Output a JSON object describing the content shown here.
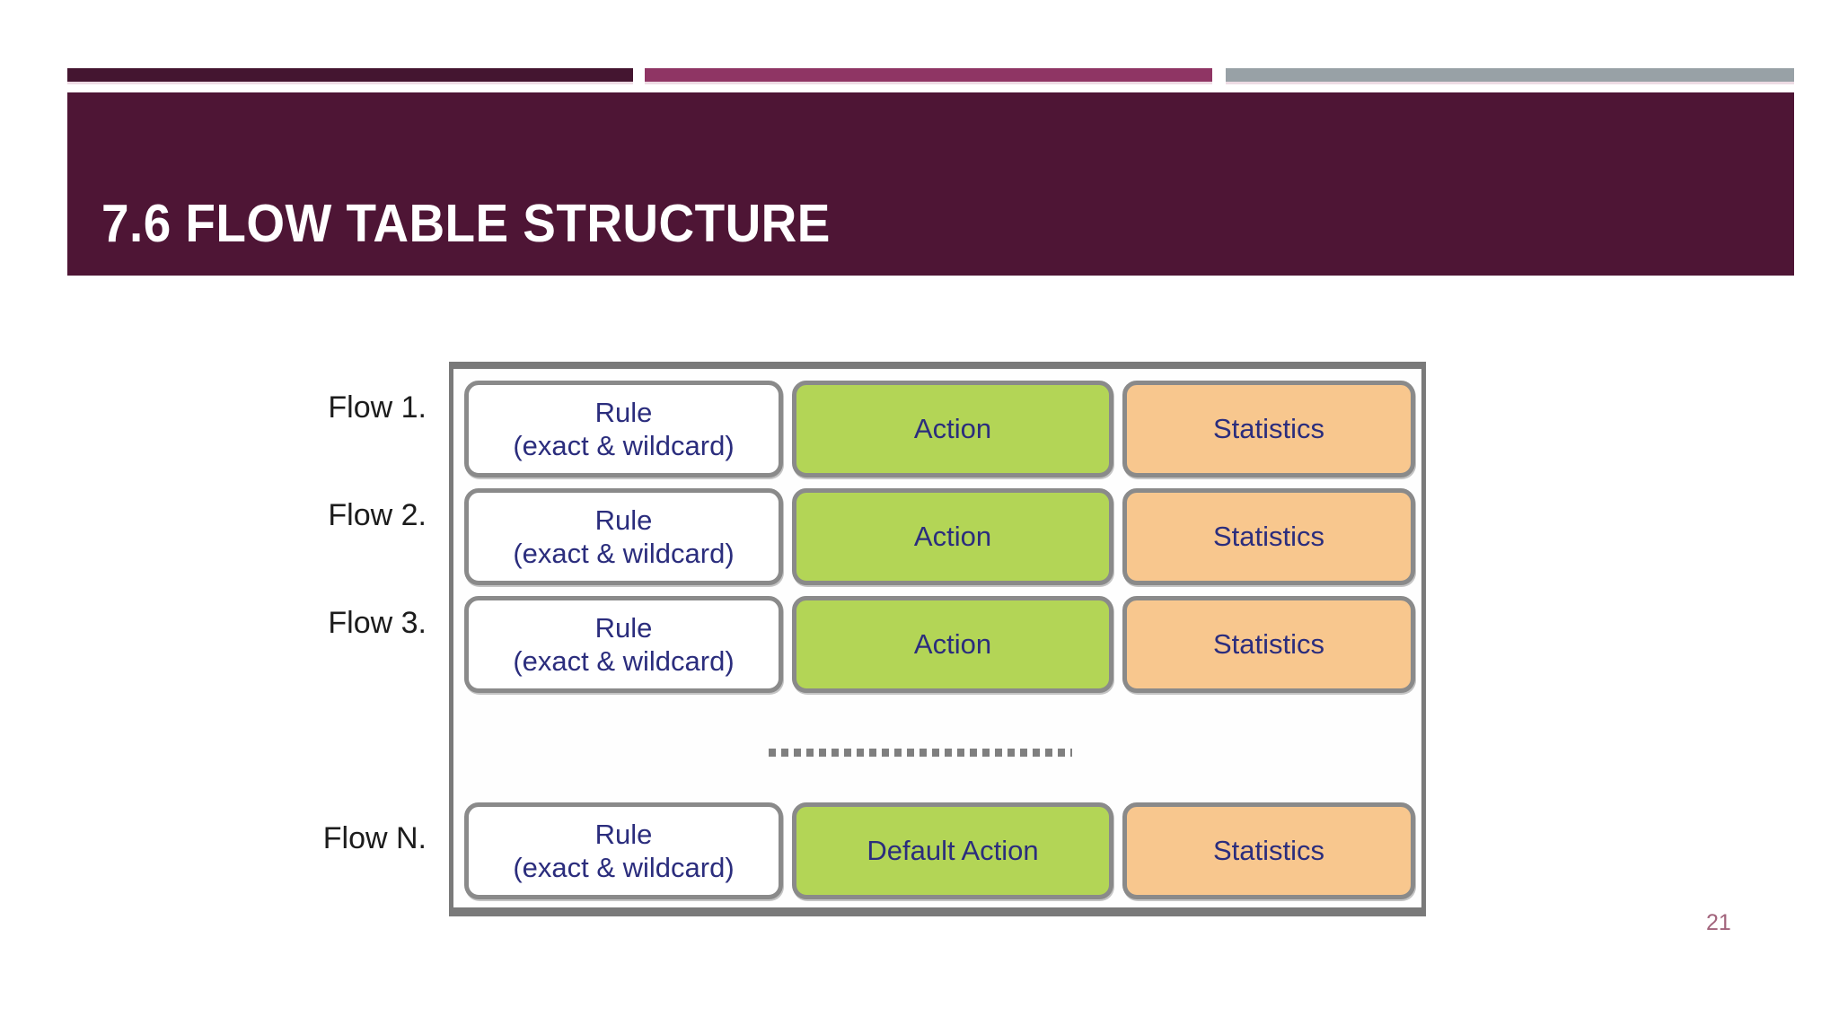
{
  "slide": {
    "title": "7.6 FLOW TABLE STRUCTURE",
    "page_number": "21"
  },
  "colors": {
    "banner": "#4e1535",
    "accent_bar_dark": "#441530",
    "accent_bar_magenta": "#8f3564",
    "accent_bar_gray": "#98a1a6",
    "box_green": "#b3d556",
    "box_peach": "#f8c78e",
    "box_border_gray": "#8a8a8a",
    "table_border_gray": "#7a7a7a",
    "diagram_text_navy": "#2b2d7d",
    "flow_label_text": "#1c1c1c",
    "page_number_text": "#a2647c"
  },
  "diagram": {
    "rows": [
      {
        "label": "Flow 1.",
        "rule_title": "Rule",
        "rule_sub": "(exact & wildcard)",
        "action": "Action",
        "statistics": "Statistics"
      },
      {
        "label": "Flow 2.",
        "rule_title": "Rule",
        "rule_sub": "(exact & wildcard)",
        "action": "Action",
        "statistics": "Statistics"
      },
      {
        "label": "Flow 3.",
        "rule_title": "Rule",
        "rule_sub": "(exact & wildcard)",
        "action": "Action",
        "statistics": "Statistics"
      },
      {
        "label": "Flow N.",
        "rule_title": "Rule",
        "rule_sub": "(exact & wildcard)",
        "action": "Default Action",
        "statistics": "Statistics"
      }
    ]
  }
}
